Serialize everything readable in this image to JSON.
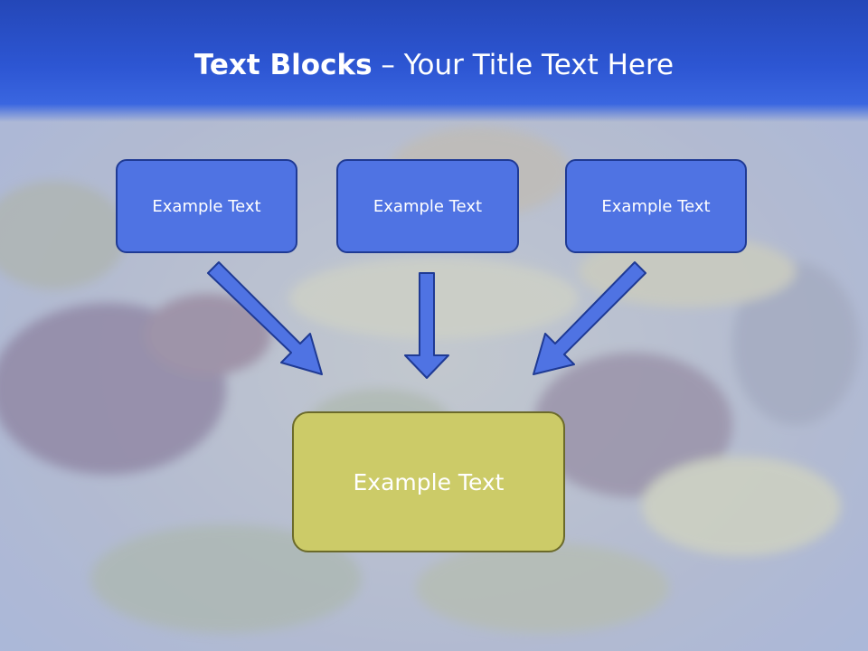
{
  "slide": {
    "title_bold": "Text Blocks",
    "title_dash": " – ",
    "title_rest": "Your Title Text Here"
  },
  "blocks": [
    {
      "label": "Example Text"
    },
    {
      "label": "Example Text"
    },
    {
      "label": "Example Text"
    }
  ],
  "target": {
    "label": "Example Text"
  },
  "colors": {
    "header": "#2d56d3",
    "box_fill": "#4f73e3",
    "box_border": "#1f3a94",
    "target_fill": "#cccb68",
    "target_border": "#6b6a2a",
    "arrow_fill": "#4f73e3"
  },
  "icons": [
    "arrow-down-right-icon",
    "arrow-down-icon",
    "arrow-down-left-icon"
  ]
}
